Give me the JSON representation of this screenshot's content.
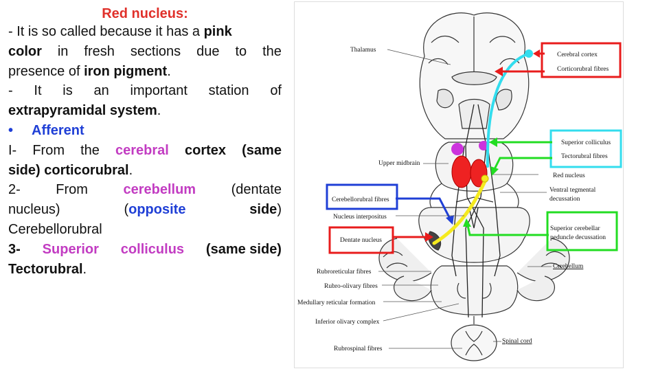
{
  "title": "Red nucleus:",
  "lines": {
    "l1": {
      "a": "- It is so called because it has a ",
      "b": "pink"
    },
    "l2": {
      "w1": "color",
      "w2": "in",
      "w3": "fresh",
      "w4": "sections",
      "w5": "due",
      "w6": "to",
      "w7": "the"
    },
    "l3": {
      "a": "presence of ",
      "b": "iron pigment",
      "c": "."
    },
    "l4": {
      "w1": "-",
      "w2": "It",
      "w3": "is",
      "w4": "an",
      "w5": "important",
      "w6": "station",
      "w7": "of"
    },
    "l5": {
      "a": "extrapyramidal system",
      "b": "."
    },
    "l6": {
      "bullet": "•",
      "a": "Afferent"
    },
    "l7": {
      "w1": "I-",
      "w2": "From",
      "w3": "the",
      "w4": "cerebral",
      "w5": "cortex",
      "w6": "(same"
    },
    "l8": {
      "a": "side) corticorubral",
      "b": "."
    },
    "l9": {
      "w1": "2-",
      "w2": "From",
      "w3": "cerebellum",
      "w4": "(dentate"
    },
    "l10": {
      "w1": "nucleus)",
      "w2": "(",
      "w3": "opposite",
      "w4": "side",
      "w5": ")"
    },
    "l11": {
      "a": "Cerebellorubral"
    },
    "l12": {
      "w1": "3-",
      "w2": "Superior",
      "w3": "colliculus",
      "w4": "(same side)"
    },
    "l13": {
      "a": "Tectorubral",
      "b": "."
    }
  },
  "figure_labels": {
    "thalamus": "Thalamus",
    "cerebral_cortex": "Cerebral cortex",
    "corticorubral_fibres": "Corticorubral fibres",
    "superior_colliculus": "Superior colliculus",
    "tectorubral_fibres": "Tectorubral fibres",
    "upper_midbrain": "Upper midbrain",
    "red_nucleus": "Red nucleus",
    "ventral_tegmental": "Ventral tegmental",
    "decussation": "decussation",
    "cerebellorubral_fibres": "Cerebellorubral fibres",
    "nucleus_interpositus": "Nucleus interpositus",
    "dentate_nucleus": "Dentate nucleus",
    "superior_cerebellar": "Superior cerebellar",
    "peduncle_decussation": "peduncle decussation",
    "cerebellum": "Cerebellum",
    "rubroreticular_fibres": "Rubroreticular fibres",
    "rubro_olivary_fibres": "Rubro-olivary fibres",
    "medullary_reticular_formation": "Medullary reticular formation",
    "inferior_olivary_complex": "Inferior olivary complex",
    "spinal_cord": "Spinal cord",
    "rubrospinal_fibres": "Rubrospinal fibres"
  },
  "colors": {
    "title": "#e0302a",
    "pink": "#c23cc2",
    "blue": "#1f3fd6",
    "red_box": "#e81c1c",
    "blue_box": "#1f3fd6",
    "green_box": "#22dd22",
    "cyan_box": "#33ddee",
    "cyan_path": "#33ddee",
    "yellow_path": "#f5ea1e",
    "red_nucleus": "#ee2222",
    "colliculus_dot": "#cc33dd"
  }
}
